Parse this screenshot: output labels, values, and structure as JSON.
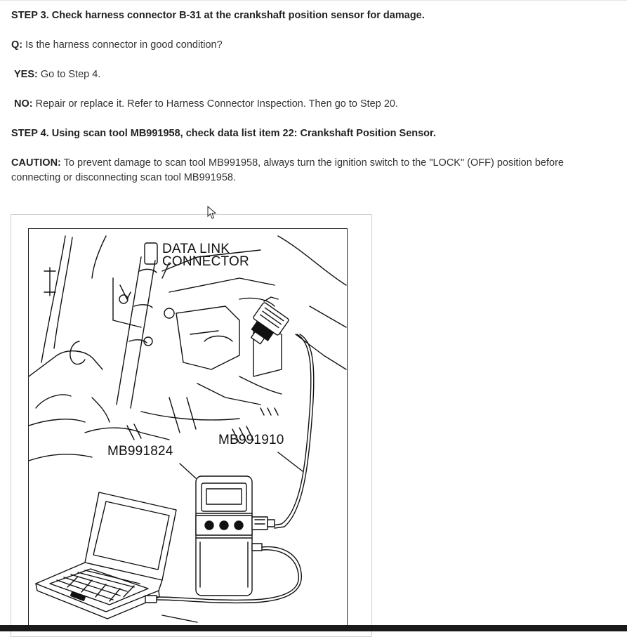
{
  "steps": {
    "step3_title": "STEP 3. Check harness connector B-31 at the crankshaft position sensor for damage.",
    "q_label": "Q:",
    "q_text": " Is the harness connector in good condition?",
    "yes_label": "YES:",
    "yes_text": " Go to Step 4.",
    "no_label": "NO:",
    "no_text": " Repair or replace it. Refer to Harness Connector Inspection. Then go to Step 20.",
    "step4_title": "STEP 4. Using scan tool MB991958, check data list item 22: Crankshaft Position Sensor.",
    "caution_label": "CAUTION:",
    "caution_text": " To prevent damage to scan tool MB991958, always turn the ignition switch to the \"LOCK\" (OFF) position before connecting or disconnecting scan tool MB991958."
  },
  "figure": {
    "label_dlc_line1": "DATA LINK",
    "label_dlc_line2": "CONNECTOR",
    "label_mb991910": "MB991910",
    "label_mb991824": "MB991824"
  },
  "icons": {
    "cursor": "mouse-pointer-icon"
  }
}
